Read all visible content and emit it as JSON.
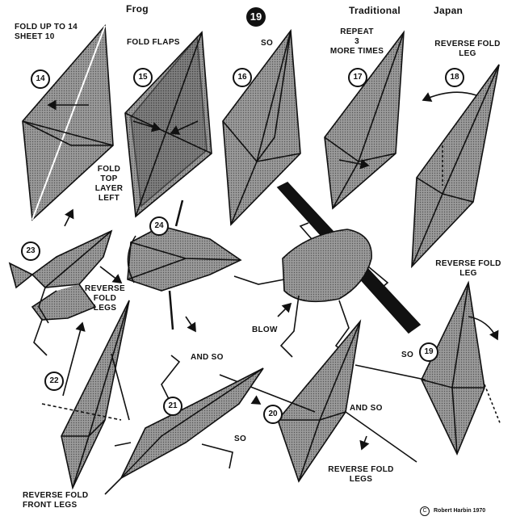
{
  "header": {
    "model": "Frog",
    "page_number": "19",
    "style": "Traditional",
    "origin": "Japan"
  },
  "labels": {
    "fold_up": "FOLD UP TO 14\nSHEET 10",
    "fold_flaps": "FOLD FLAPS",
    "so_top": "SO",
    "repeat": "REPEAT\n3\nMORE TIMES",
    "reverse_leg_18": "REVERSE FOLD\nLEG",
    "fold_top_layer": "FOLD\nTOP LAYER\nLEFT",
    "reverse_legs_23": "REVERSE\nFOLD\nLEGS",
    "blow": "BLOW",
    "reverse_leg_19": "REVERSE FOLD\nLEG",
    "so_19": "SO",
    "and_so_21": "AND SO",
    "so_21": "SO",
    "and_so_20": "AND SO",
    "reverse_legs_20": "REVERSE FOLD\nLEGS",
    "reverse_front_legs": "REVERSE  FOLD\nFRONT    LEGS"
  },
  "steps": [
    "14",
    "15",
    "16",
    "17",
    "18",
    "24",
    "23",
    "22",
    "21",
    "20",
    "19"
  ],
  "credit": {
    "symbol": "C",
    "text": "Robert Harbin 1970"
  },
  "colors": {
    "paper_fill": "#8a8a8a",
    "paper_dark": "#5e5e5e",
    "ink": "#111111",
    "background": "#ffffff"
  }
}
